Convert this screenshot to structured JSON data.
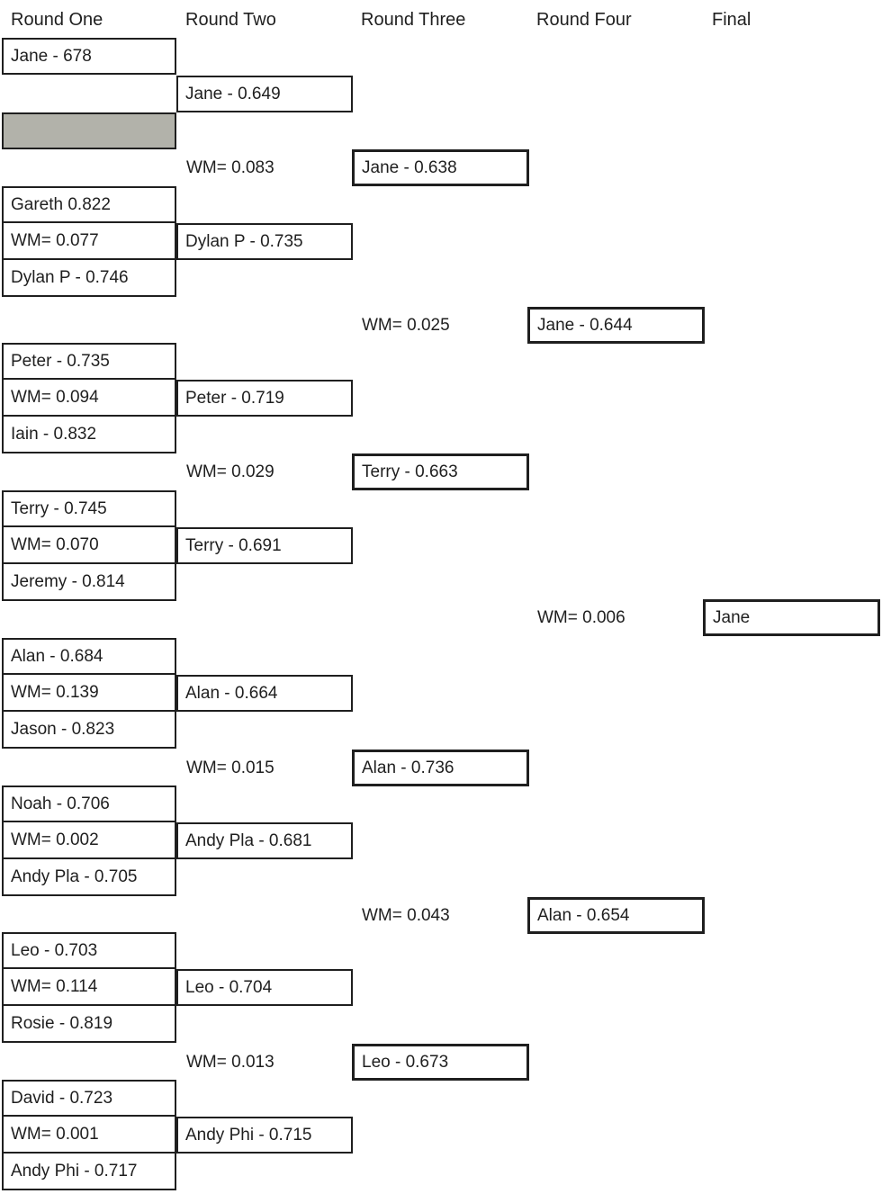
{
  "page": {
    "background": "#ffffff",
    "text_color": "#1f1f1f",
    "border_color": "#1f1f1f",
    "bye_fill": "#b2b2aa"
  },
  "headers": [
    {
      "label": "Round One",
      "col": 0
    },
    {
      "label": "Round Two",
      "col": 1
    },
    {
      "label": "Round Three",
      "col": 2
    },
    {
      "label": "Round Four",
      "col": 3
    },
    {
      "label": "Final",
      "col": 4
    }
  ],
  "bracket": {
    "boxes": [
      {
        "label": "Jane - 678",
        "col": 0,
        "row": 0,
        "bye": false
      },
      {
        "label": "",
        "col": 0,
        "row": 2,
        "bye": true
      },
      {
        "label": "Gareth 0.822",
        "col": 0,
        "row": 4,
        "bye": false
      },
      {
        "label": "WM= 0.077",
        "col": 0,
        "row": 5,
        "bye": false
      },
      {
        "label": "Dylan P - 0.746",
        "col": 0,
        "row": 6,
        "bye": false
      },
      {
        "label": "Peter - 0.735",
        "col": 0,
        "row": 8,
        "bye": false
      },
      {
        "label": "WM= 0.094",
        "col": 0,
        "row": 9,
        "bye": false
      },
      {
        "label": "Iain - 0.832",
        "col": 0,
        "row": 10,
        "bye": false
      },
      {
        "label": "Terry - 0.745",
        "col": 0,
        "row": 12,
        "bye": false
      },
      {
        "label": "WM= 0.070",
        "col": 0,
        "row": 13,
        "bye": false
      },
      {
        "label": "Jeremy - 0.814",
        "col": 0,
        "row": 14,
        "bye": false
      },
      {
        "label": "Alan - 0.684",
        "col": 0,
        "row": 16,
        "bye": false
      },
      {
        "label": "WM= 0.139",
        "col": 0,
        "row": 17,
        "bye": false
      },
      {
        "label": "Jason - 0.823",
        "col": 0,
        "row": 18,
        "bye": false
      },
      {
        "label": "Noah - 0.706",
        "col": 0,
        "row": 20,
        "bye": false
      },
      {
        "label": "WM= 0.002",
        "col": 0,
        "row": 21,
        "bye": false
      },
      {
        "label": "Andy Pla - 0.705",
        "col": 0,
        "row": 22,
        "bye": false
      },
      {
        "label": "Leo - 0.703",
        "col": 0,
        "row": 24,
        "bye": false
      },
      {
        "label": "WM= 0.114",
        "col": 0,
        "row": 25,
        "bye": false
      },
      {
        "label": "Rosie - 0.819",
        "col": 0,
        "row": 26,
        "bye": false
      },
      {
        "label": "David - 0.723",
        "col": 0,
        "row": 28,
        "bye": false
      },
      {
        "label": "WM= 0.001",
        "col": 0,
        "row": 29,
        "bye": false
      },
      {
        "label": "Andy Phi - 0.717",
        "col": 0,
        "row": 30,
        "bye": false
      },
      {
        "label": "Jane - 0.649",
        "col": 1,
        "row": 1,
        "bye": false
      },
      {
        "label": "Dylan P - 0.735",
        "col": 1,
        "row": 5,
        "bye": false
      },
      {
        "label": "Peter - 0.719",
        "col": 1,
        "row": 9,
        "bye": false
      },
      {
        "label": "Terry - 0.691",
        "col": 1,
        "row": 13,
        "bye": false
      },
      {
        "label": "Alan - 0.664",
        "col": 1,
        "row": 17,
        "bye": false
      },
      {
        "label": "Andy Pla - 0.681",
        "col": 1,
        "row": 21,
        "bye": false
      },
      {
        "label": "Leo - 0.704",
        "col": 1,
        "row": 25,
        "bye": false
      },
      {
        "label": "Andy Phi - 0.715",
        "col": 1,
        "row": 29,
        "bye": false
      },
      {
        "label": "Jane - 0.638",
        "col": 2,
        "row": 3,
        "bye": false
      },
      {
        "label": "Terry - 0.663",
        "col": 2,
        "row": 11,
        "bye": false
      },
      {
        "label": "Alan - 0.736",
        "col": 2,
        "row": 19,
        "bye": false
      },
      {
        "label": "Leo - 0.673",
        "col": 2,
        "row": 27,
        "bye": false
      },
      {
        "label": "Jane - 0.644",
        "col": 3,
        "row": 7,
        "bye": false
      },
      {
        "label": "Alan - 0.654",
        "col": 3,
        "row": 23,
        "bye": false
      },
      {
        "label": "Jane",
        "col": 4,
        "row": 15,
        "bye": false
      }
    ],
    "wm_labels": [
      {
        "label": "WM= 0.083",
        "col": 1,
        "row": 3
      },
      {
        "label": "WM= 0.029",
        "col": 1,
        "row": 11
      },
      {
        "label": "WM= 0.015",
        "col": 1,
        "row": 19
      },
      {
        "label": "WM= 0.013",
        "col": 1,
        "row": 27
      },
      {
        "label": "WM= 0.025",
        "col": 2,
        "row": 7
      },
      {
        "label": "WM= 0.043",
        "col": 2,
        "row": 23
      },
      {
        "label": "WM= 0.006",
        "col": 3,
        "row": 15
      }
    ]
  }
}
